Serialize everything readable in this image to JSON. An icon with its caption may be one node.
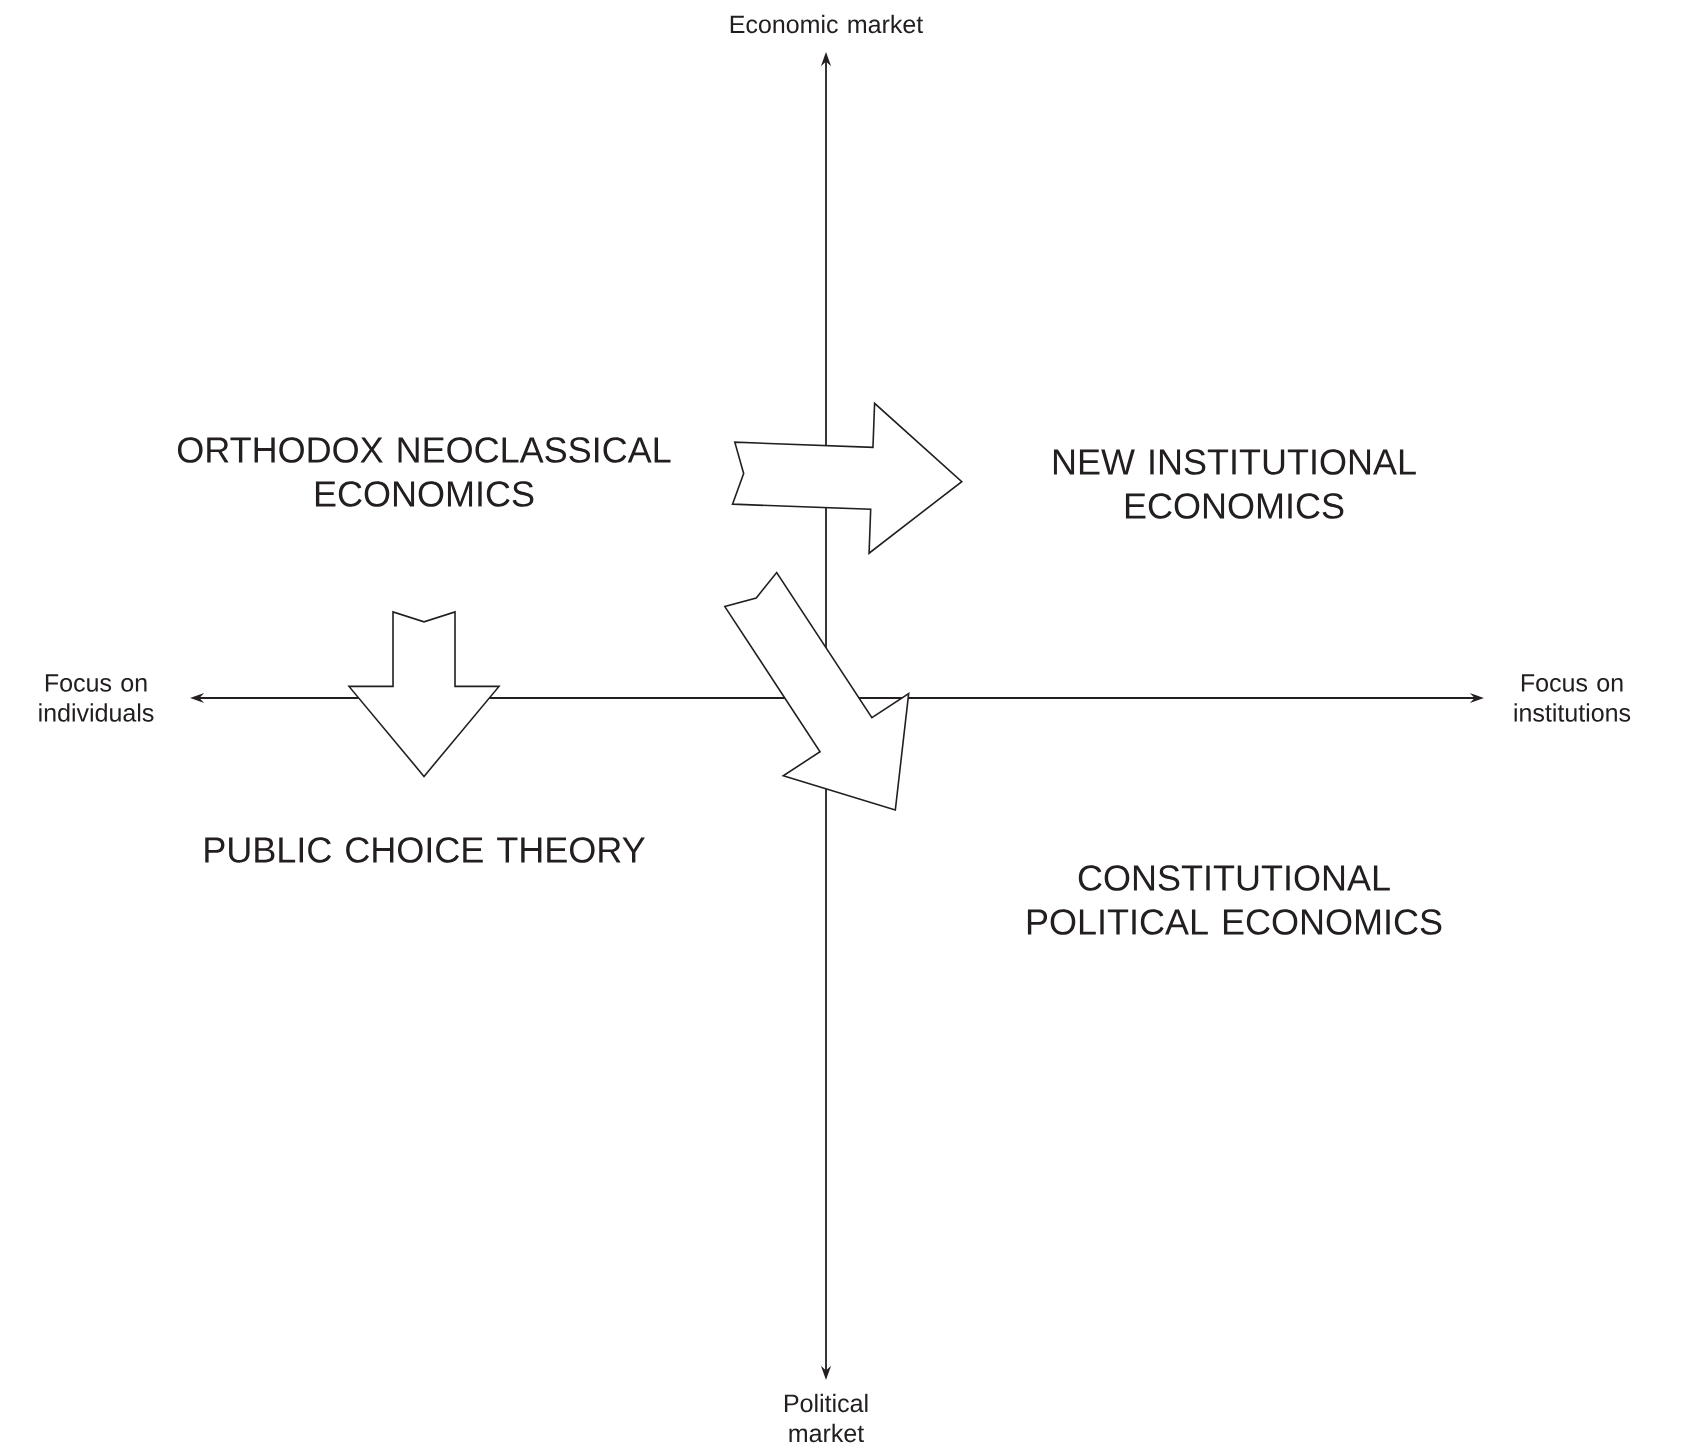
{
  "diagram": {
    "nodes": [
      {
        "text": [
          "ORTHODOX NEOCLASSICAL ECONOMICS"
        ]
      },
      {
        "text": [
          "NEW INSTITUTIONAL ECONOMICS"
        ]
      },
      {
        "text": [
          "PUBLIC CHOICE THEORY"
        ]
      },
      {
        "text": [
          "CONSTITUTIONAL POLITICAL ECONOMICS"
        ]
      }
    ],
    "edges": [
      {
        "from": 0,
        "to": 1,
        "arrow": "to"
      },
      {
        "from": 0,
        "to": 2,
        "arrow": "to"
      },
      {
        "from": 0,
        "to": 3,
        "arrow": "to"
      }
    ],
    "labels": [
      "Economic market",
      "Focus on individuals",
      "Focus on institutions",
      "Political market"
    ]
  }
}
